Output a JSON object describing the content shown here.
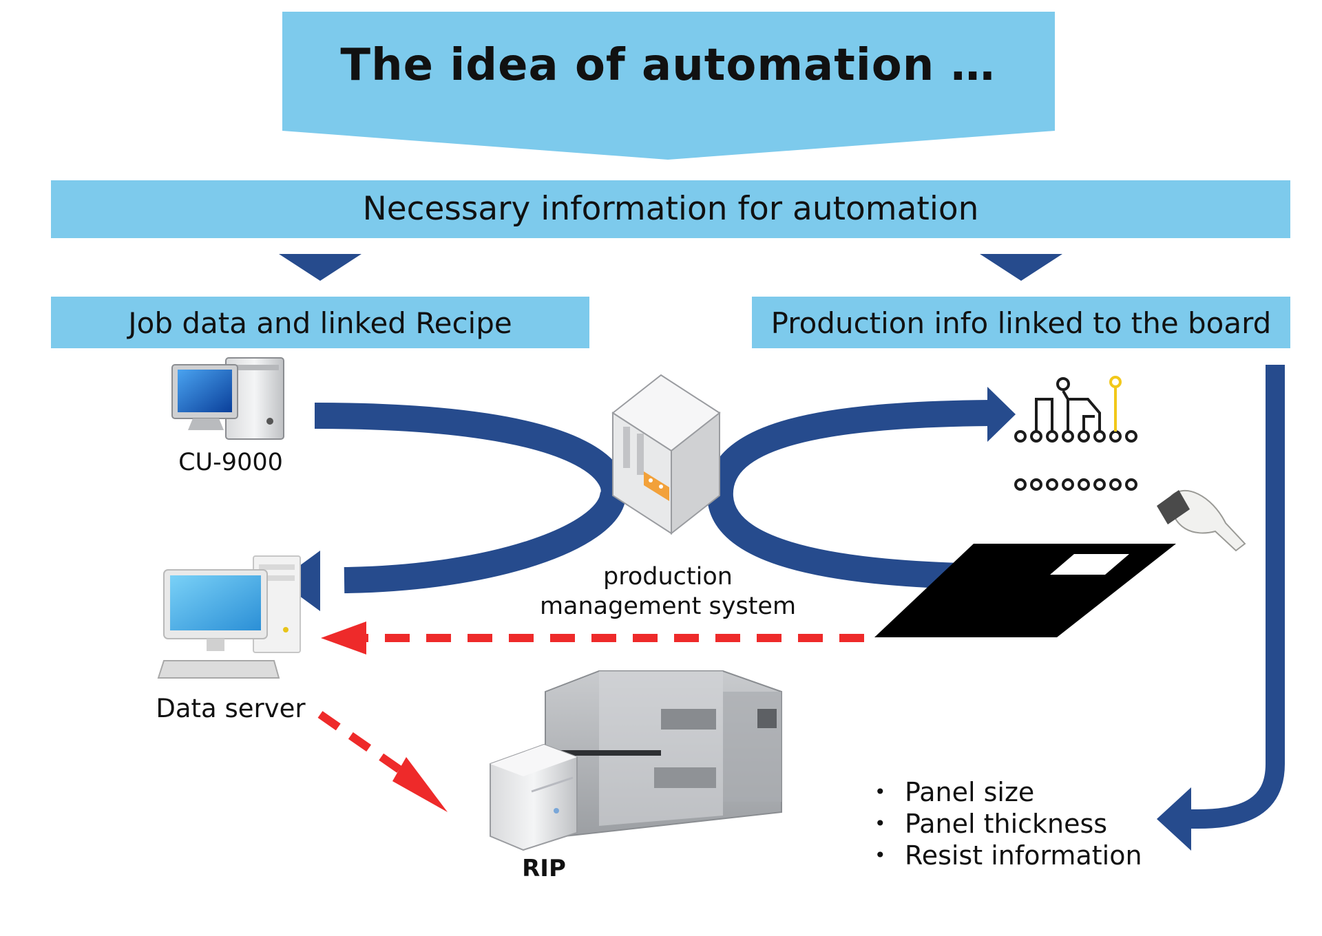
{
  "title": "The idea of automation …",
  "subtitle": "Necessary information for automation",
  "left_box": {
    "label": "Job data and linked Recipe"
  },
  "right_box": {
    "label": "Production info linked to the board"
  },
  "nodes": {
    "cu": {
      "label": "CU-9000",
      "icon": "desktop-computer-icon"
    },
    "pms": {
      "label": "production management system",
      "icon": "server-tower-icon"
    },
    "data_server": {
      "label": "Data server",
      "icon": "desktop-computer-icon"
    },
    "rip": {
      "label": "RIP",
      "icon": "rip-server-icon"
    },
    "machine": {
      "icon": "exposure-machine-icon"
    },
    "circuit": {
      "icon": "circuit-trace-icon"
    },
    "scanner": {
      "icon": "barcode-scanner-icon"
    },
    "board": {
      "icon": "panel-board-icon"
    }
  },
  "bullets": [
    "Panel size",
    "Panel thickness",
    "Resist information"
  ],
  "colors": {
    "banner": "#7DCAEC",
    "flow_arrow": "#264B8D",
    "dashed_arrow": "#EE2A2A",
    "board": "#000000",
    "accent_yellow": "#F2C81A"
  }
}
